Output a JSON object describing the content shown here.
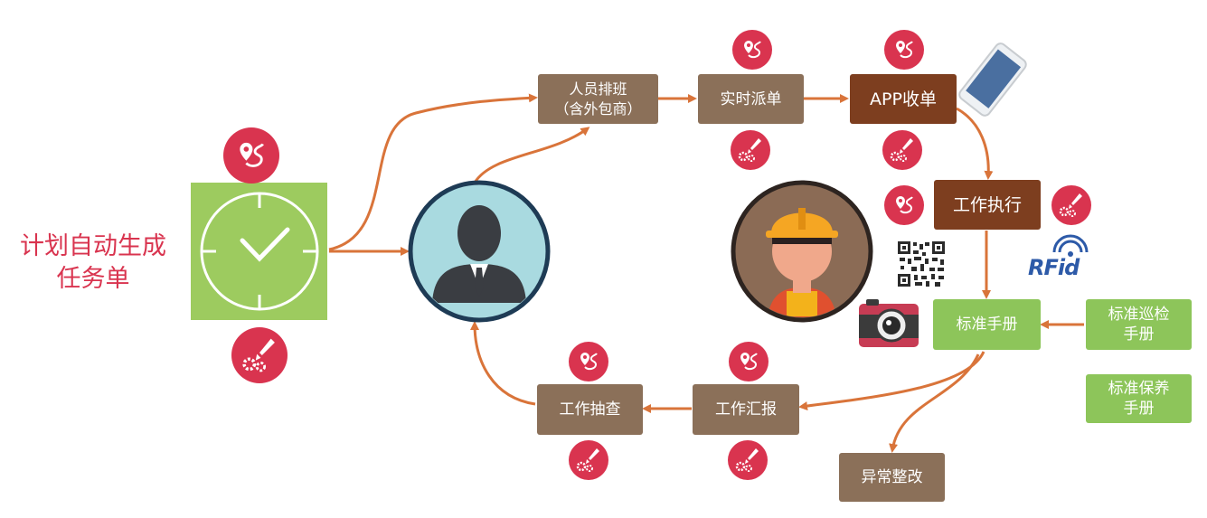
{
  "title": "计划自动生成\n任务单",
  "nodes": {
    "scheduling": "人员排班\n（含外包商）",
    "dispatch": "实时派单",
    "app_receive": "APP收单",
    "execution": "工作执行",
    "standard_manual": "标准手册",
    "inspection_manual": "标准巡检\n手册",
    "maintenance_manual": "标准保养\n手册",
    "report": "工作汇报",
    "spot_check": "工作抽查",
    "rectification": "异常整改"
  },
  "rfid_label": "RFid",
  "colors": {
    "accent_red": "#d9344f",
    "brown_box": "#8b7059",
    "dark_brown_box": "#7d3e1f",
    "green_box": "#8dc55a",
    "arrow": "#d9743a"
  }
}
